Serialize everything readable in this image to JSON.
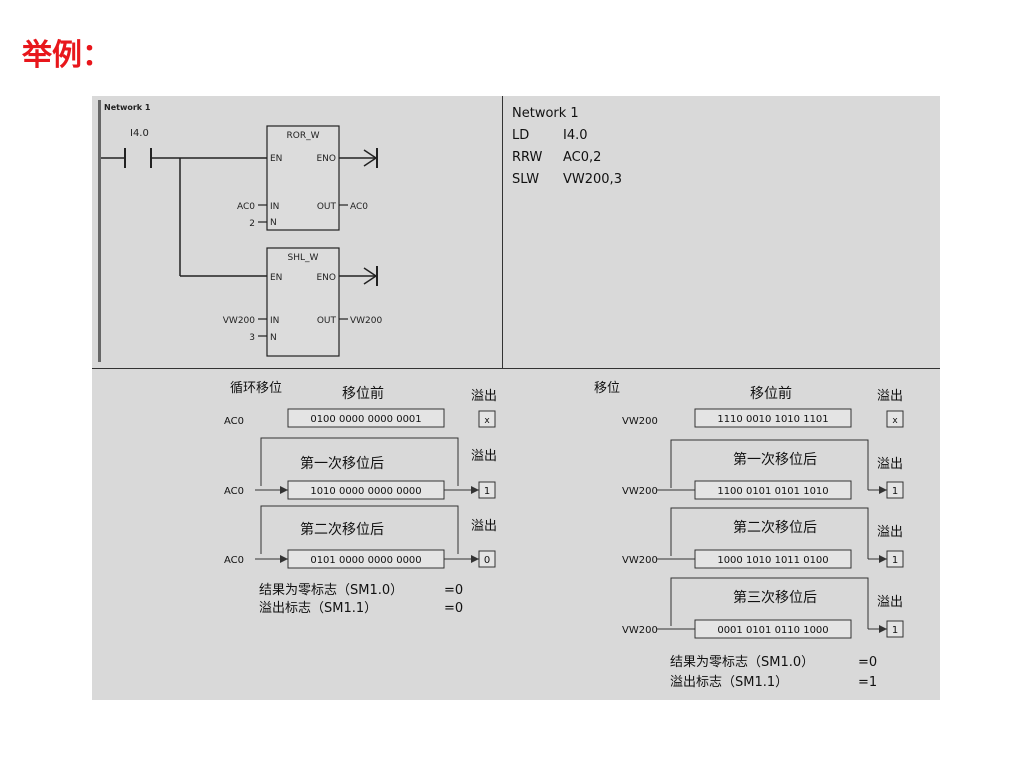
{
  "title": "举例：",
  "ladder": {
    "network_label": "Network 1",
    "contact": "I4.0",
    "block1": {
      "name": "ROR_W",
      "en": "EN",
      "eno": "ENO",
      "in_lbl": "IN",
      "out_lbl": "OUT",
      "n_lbl": "N",
      "in_val": "AC0",
      "out_val": "AC0",
      "n_val": "2"
    },
    "block2": {
      "name": "SHL_W",
      "en": "EN",
      "eno": "ENO",
      "in_lbl": "IN",
      "out_lbl": "OUT",
      "n_lbl": "N",
      "in_val": "VW200",
      "out_val": "VW200",
      "n_val": "3"
    }
  },
  "stl": {
    "header": "Network 1",
    "rows": [
      {
        "op": "LD",
        "arg": "I4.0"
      },
      {
        "op": "RRW",
        "arg": "AC0,2"
      },
      {
        "op": "SLW",
        "arg": "VW200,3"
      }
    ]
  },
  "rotate": {
    "heading": "循环移位",
    "col_before": "移位前",
    "overflow_label": "溢出",
    "operand": "AC0",
    "before_value": "0100 0000 0000 0001",
    "before_overflow": "x",
    "steps": [
      {
        "label": "第一次移位后",
        "overflow_label": "溢出",
        "value": "1010 0000 0000 0000",
        "overflow": "1"
      },
      {
        "label": "第二次移位后",
        "overflow_label": "溢出",
        "value": "0101 0000 0000 0000",
        "overflow": "0"
      }
    ],
    "zero_flag": {
      "label": "结果为零标志（SM1.0）",
      "value": "=0"
    },
    "ovf_flag": {
      "label": "溢出标志（SM1.1）",
      "value": "=0"
    }
  },
  "shift": {
    "heading": "移位",
    "col_before": "移位前",
    "overflow_label": "溢出",
    "operand": "VW200",
    "before_value": "1110 0010 1010 1101",
    "before_overflow": "x",
    "steps": [
      {
        "label": "第一次移位后",
        "overflow_label": "溢出",
        "value": "1100 0101 0101 1010",
        "overflow": "1"
      },
      {
        "label": "第二次移位后",
        "overflow_label": "溢出",
        "value": "1000 1010 1011 0100",
        "overflow": "1"
      },
      {
        "label": "第三次移位后",
        "overflow_label": "溢出",
        "value": "0001 0101 0110 1000",
        "overflow": "1"
      }
    ],
    "zero_flag": {
      "label": "结果为零标志（SM1.0）",
      "value": "=0"
    },
    "ovf_flag": {
      "label": "溢出标志（SM1.1）",
      "value": "=1"
    }
  }
}
